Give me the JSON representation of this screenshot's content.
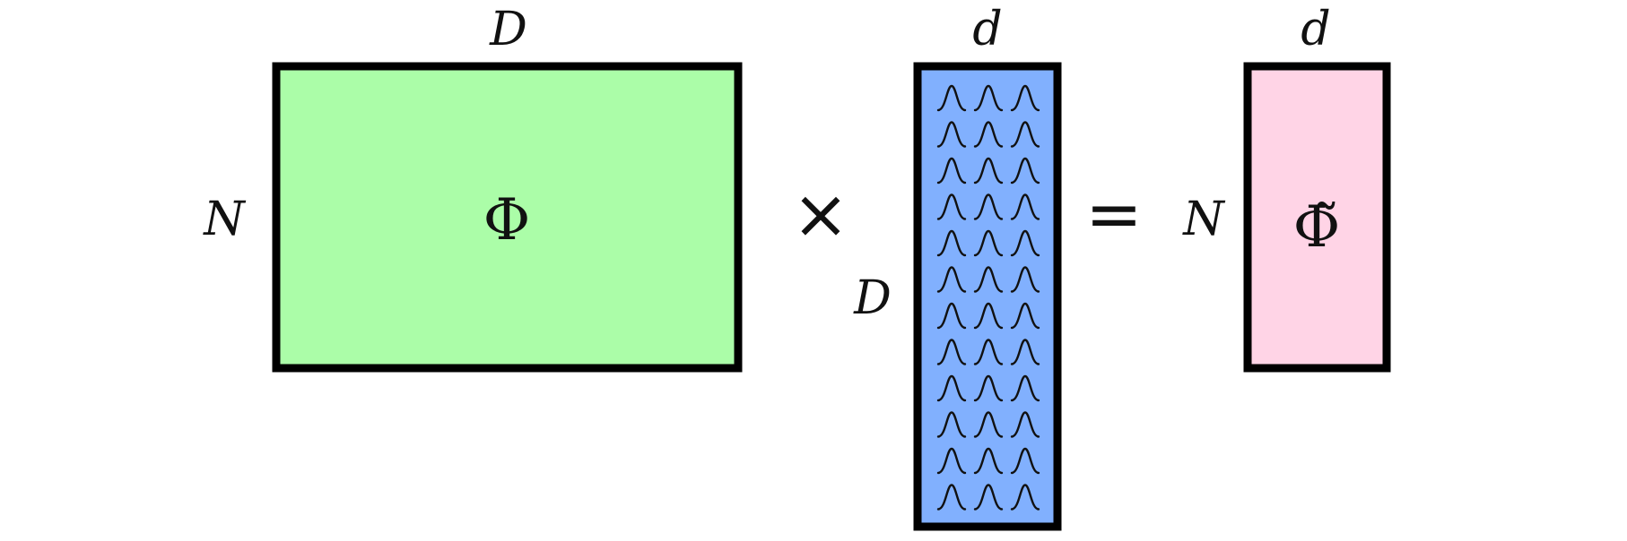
{
  "colors": {
    "phi_matrix_fill": "#abfda8",
    "projection_matrix_fill": "#81b0fe",
    "phi_tilde_matrix_fill": "#ffd4e6",
    "border": "#000000"
  },
  "phi_matrix": {
    "label": "Φ",
    "top_dim": "D",
    "left_dim": "N"
  },
  "operator_multiply": "×",
  "projection_matrix": {
    "top_dim": "d",
    "left_dim": "D",
    "rows": 12,
    "cols": 3,
    "glyph_icon": "bump-icon"
  },
  "operator_equals": "=",
  "phi_tilde_matrix": {
    "label": "Φ̃",
    "top_dim": "d",
    "left_dim": "N"
  }
}
